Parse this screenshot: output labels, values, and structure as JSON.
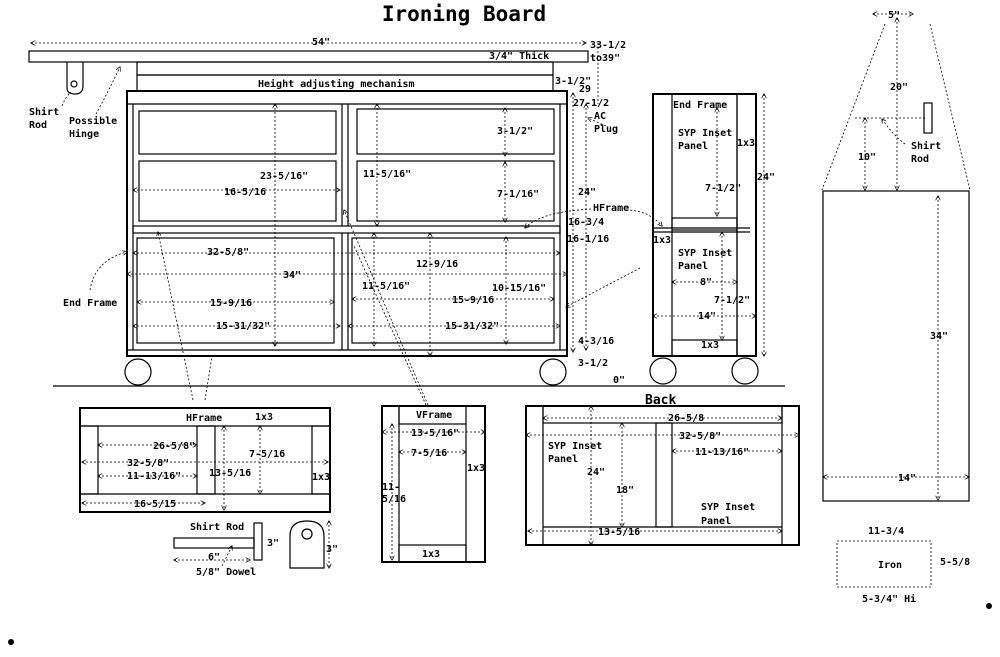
{
  "title": "Ironing Board",
  "back_title": "Back",
  "main": {
    "width_54": "54\"",
    "thick": "3/4\" Thick",
    "h_33": "33-1/2",
    "h_to39": "to39\"",
    "mech": "Height adjusting mechanism",
    "h_3_1_2a": "3-1/2\"",
    "h_29": "29",
    "h_27": "27-1/2",
    "ac": "AC",
    "plug": "Plug",
    "shirt": "Shirt",
    "rod": "Rod",
    "possible": "Possible",
    "hinge": "Hinge",
    "d_3_1_2": "3-1/2\"",
    "d_23": "23-5/16\"",
    "d_11_5a": "11-5/16\"",
    "d_7_1_16": "7-1/16\"",
    "d_16_5": "16-5/16",
    "d_24": "24\"",
    "hframe": "HFrame",
    "d_16_3_4": "16-3/4",
    "d_16_1_16": "16-1/16",
    "d_32": "32-5/8\"",
    "d_12_9": "12-9/16",
    "d_34": "34\"",
    "end_frame": "End Frame",
    "d_11_5b": "11-5/16\"",
    "d_10_15": "10-15/16\"",
    "d_15_9a": "15-9/16",
    "d_15_9b": "15-9/16",
    "d_15_31a": "15-31/32\"",
    "d_15_31b": "15-31/32\"",
    "d_4_3": "4-3/16",
    "d_3_1_2b": "3-1/2",
    "d_0": "0\""
  },
  "end": {
    "title": "End Frame",
    "syp1": "SYP Inset",
    "panel1": "Panel",
    "x1x3a": "1x3",
    "d24": "24\"",
    "d7a": "7-1/2\"",
    "x1x3b": "1x3",
    "syp2": "SYP Inset",
    "panel2": "Panel",
    "d8": "8\"",
    "d7b": "7-1/2\"",
    "d14": "14\"",
    "x1x3c": "1x3"
  },
  "top": {
    "d5": "5\"",
    "d20": "20\"",
    "d10": "10\"",
    "shirt": "Shirt",
    "rod": "Rod",
    "d34": "34\"",
    "d14": "14\""
  },
  "hdetail": {
    "title": "HFrame",
    "x1x3": "1x3",
    "d26": "26-5/8\"",
    "d7": "7-5/16",
    "d32": "32-5/8\"",
    "d13": "13-5/16",
    "d11": "11-13/16\"",
    "x1x3b": "1x3",
    "d16": "16-5/15"
  },
  "rod": {
    "title": "Shirt Rod",
    "d3a": "3\"",
    "d3b": "3\"",
    "d6": "6\"",
    "dowel": "5/8\" Dowel"
  },
  "vframe": {
    "title": "VFrame",
    "d13": "13-5/16\"",
    "d7": "7-5/16",
    "x1x3a": "1x3",
    "d11a": "11-",
    "d11b": "5/16",
    "x1x3b": "1x3"
  },
  "back": {
    "d26": "26-5/8",
    "d32": "32-5/8\"",
    "syp1": "SYP Inset",
    "panel1": "Panel",
    "d11": "11-13/16\"",
    "d24": "24\"",
    "d18": "18\"",
    "syp2": "SYP Inset",
    "panel2": "Panel",
    "d13": "13-5/16"
  },
  "iron": {
    "w": "11-3/4",
    "label": "Iron",
    "d": "5-5/8",
    "h": "5-3/4\" Hi"
  }
}
